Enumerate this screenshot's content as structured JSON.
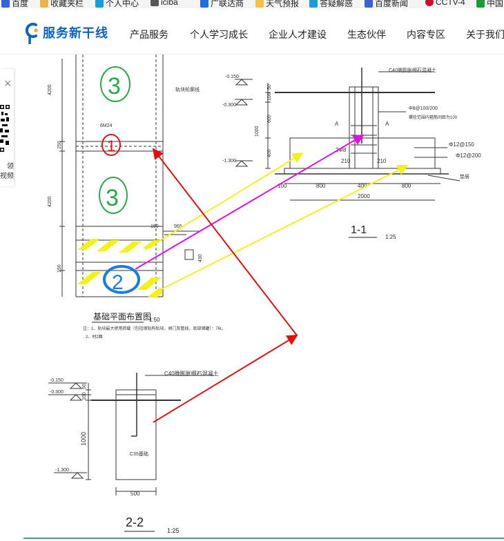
{
  "bookmarks": [
    {
      "label": "百度",
      "color": "#3a62d6"
    },
    {
      "label": "收藏夹栏",
      "color": "#e8b64a"
    },
    {
      "label": "个人中心",
      "color": "#1d9bd8"
    },
    {
      "label": "iciba",
      "color": "#555555"
    },
    {
      "label": "广联达商",
      "color": "#1f6fd9"
    },
    {
      "label": "天气预报",
      "color": "#f0c24a"
    },
    {
      "label": "答疑解惑",
      "color": "#1d9bd8"
    },
    {
      "label": "百度新闻",
      "color": "#3a62d6"
    },
    {
      "label": "CCTV-4",
      "color": "#c8102e"
    },
    {
      "label": "中国",
      "color": "#1a9a3a"
    }
  ],
  "site": {
    "brand": "服务新干线",
    "brand_color": "#0b63c6",
    "accent": "#f5a623"
  },
  "menu": [
    "产品服务",
    "个人学习成长",
    "企业人才建设",
    "生态伙伴",
    "内容专区",
    "关于我们"
  ],
  "sidebar": {
    "close": "×",
    "label_1": "领",
    "label_2": "视频"
  },
  "drawing": {
    "plan_title": "基础平面布置图",
    "plan_scale": "1:50",
    "note_1": "注：1、轨块最大使用荷载（包括钢轨构轨块，阀门及管线，底部储罐）：76t。",
    "note_2": "2、材2面",
    "s11_title": "1-1",
    "s11_scale": "1:25",
    "s22_title": "2-2",
    "s22_scale": "1:25",
    "concrete_c40": "C40微膨胀细石混凝土",
    "concrete_c35": "C35基础",
    "rebar_1": "Φ8@100/200",
    "rebar_1_note": "螺栓范围内箍筋间距为100",
    "rebar_2": "Φ12@150",
    "rebar_3": "Φ12@200",
    "bars_top": "2Φ8",
    "cushion": "垫层",
    "bolt": "6M24",
    "a_mark": "A",
    "lv_0150": "-0.150",
    "lv_0300": "-0.300",
    "lv_1300": "-1.300",
    "d_50": "50",
    "d_100": "100",
    "d_600": "600",
    "d_1000": "1000",
    "d_400": "400",
    "d_800": "800",
    "d_2000": "2000",
    "d_210": "210",
    "d_500": "500",
    "d_4200": "4200",
    "d_250": "250",
    "d_150": "150",
    "d_965": "965",
    "d_430": "430",
    "ann_3": "3",
    "ann_1": "1",
    "ann_2": "2",
    "small_tag": "轨块轮廓线"
  }
}
